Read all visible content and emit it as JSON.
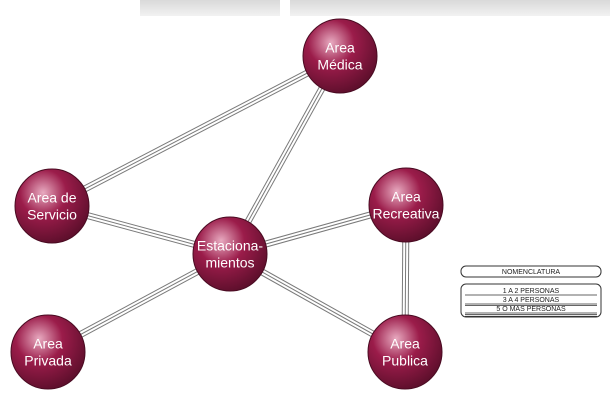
{
  "nodes": [
    {
      "id": "area-medica",
      "lines": [
        "Area",
        "Médica"
      ]
    },
    {
      "id": "area-servicio",
      "lines": [
        "Area de",
        "Servicio"
      ]
    },
    {
      "id": "estacionamientos",
      "lines": [
        "Estaciona-",
        "mientos"
      ]
    },
    {
      "id": "area-recreativa",
      "lines": [
        "Area",
        "Recreativa"
      ]
    },
    {
      "id": "area-privada",
      "lines": [
        "Area",
        "Privada"
      ]
    },
    {
      "id": "area-publica",
      "lines": [
        "Area",
        "Publica"
      ]
    }
  ],
  "edges": [
    {
      "from": "area-medica",
      "to": "area-servicio",
      "weight": 3
    },
    {
      "from": "area-medica",
      "to": "estacionamientos",
      "weight": 3
    },
    {
      "from": "area-servicio",
      "to": "estacionamientos",
      "weight": 3
    },
    {
      "from": "estacionamientos",
      "to": "area-recreativa",
      "weight": 3
    },
    {
      "from": "estacionamientos",
      "to": "area-privada",
      "weight": 3
    },
    {
      "from": "estacionamientos",
      "to": "area-publica",
      "weight": 3
    },
    {
      "from": "area-recreativa",
      "to": "area-publica",
      "weight": 3
    }
  ],
  "legend": {
    "title": "NOMENCLATURA",
    "items": [
      {
        "label": "1 A 2 PERSONAS",
        "weight": 1
      },
      {
        "label": "3 A 4 PERSONAS",
        "weight": 2
      },
      {
        "label": "5 O MAS PERSONAS",
        "weight": 3
      }
    ]
  },
  "colors": {
    "node": "#9b1c4a",
    "node_highlight": "#e8aac0",
    "edge": "#7a7a7a"
  }
}
